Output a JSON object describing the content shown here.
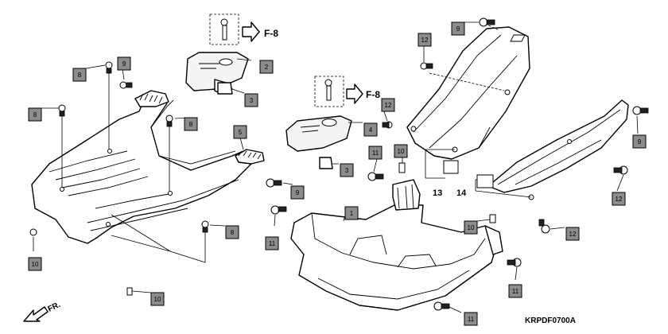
{
  "diagram_code": "KRPDF0700A",
  "front_indicator": "FR.",
  "reference_arrows": [
    "F-8",
    "F-8"
  ],
  "callouts": [
    "1",
    "2",
    "3",
    "3",
    "4",
    "5",
    "8",
    "8",
    "8",
    "8",
    "9",
    "9",
    "9",
    "9",
    "10",
    "10",
    "10",
    "10",
    "11",
    "11",
    "11",
    "11",
    "12",
    "12",
    "12",
    "12"
  ],
  "group_labels": [
    "13",
    "14"
  ]
}
